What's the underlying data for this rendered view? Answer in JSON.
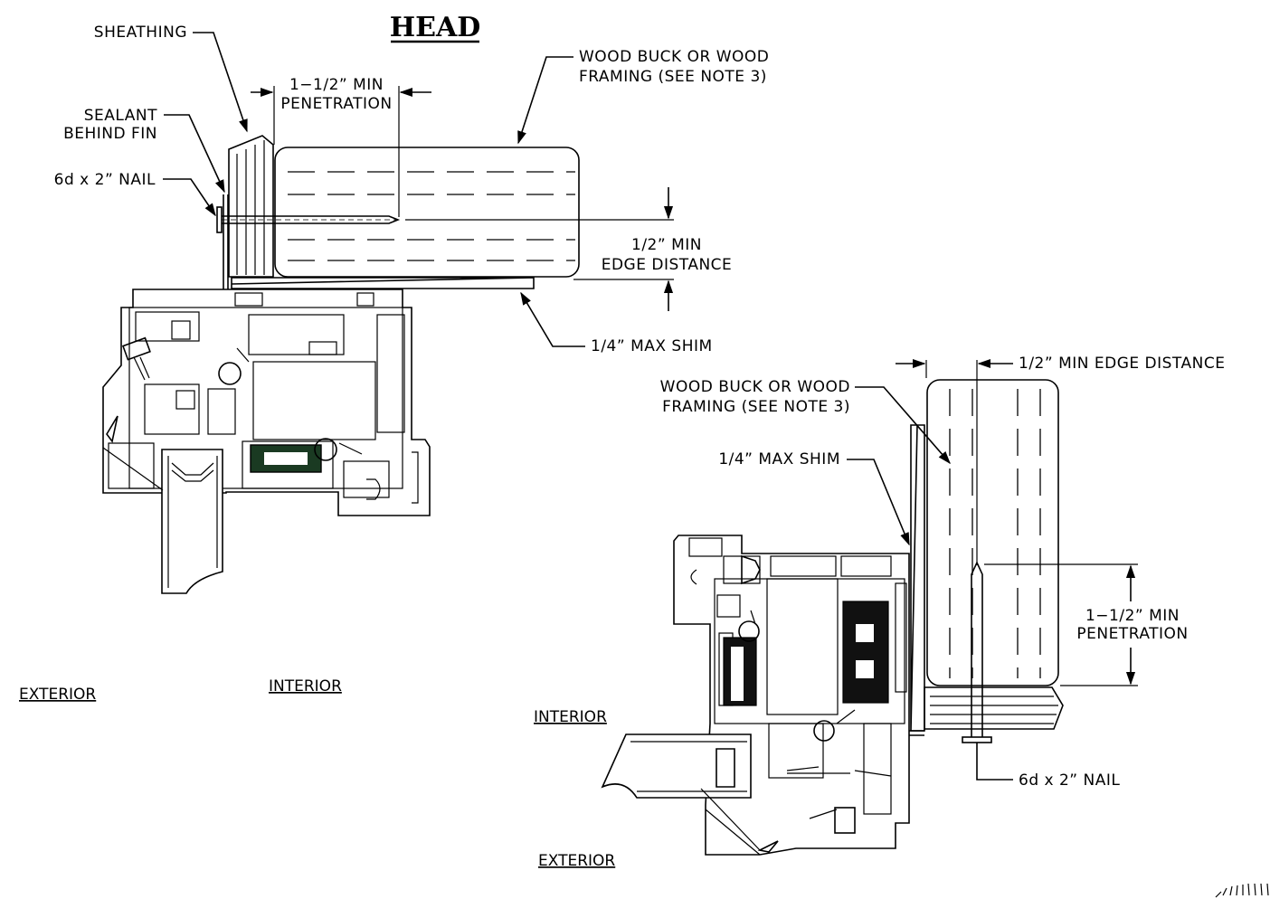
{
  "title": "HEAD",
  "head_detail": {
    "sheathing": "SHEATHING",
    "sealant_line1": "SEALANT",
    "sealant_line2": "BEHIND FIN",
    "nail": "6d x 2” NAIL",
    "penetration_line1": "1−1/2” MIN",
    "penetration_line2": "PENETRATION",
    "buck_line1": "WOOD BUCK OR WOOD",
    "buck_line2": "FRAMING (SEE NOTE 3)",
    "edge_line1": "1/2” MIN",
    "edge_line2": "EDGE DISTANCE",
    "shim": "1/4” MAX SHIM",
    "exterior": "EXTERIOR",
    "interior": "INTERIOR"
  },
  "jamb_detail": {
    "edge": "1/2” MIN EDGE DISTANCE",
    "buck_line1": "WOOD BUCK OR WOOD",
    "buck_line2": "FRAMING (SEE NOTE 3)",
    "shim": "1/4” MAX SHIM",
    "penetration_line1": "1−1/2” MIN",
    "penetration_line2": "PENETRATION",
    "nail": "6d x 2” NAIL",
    "interior": "INTERIOR",
    "exterior": "EXTERIOR"
  }
}
